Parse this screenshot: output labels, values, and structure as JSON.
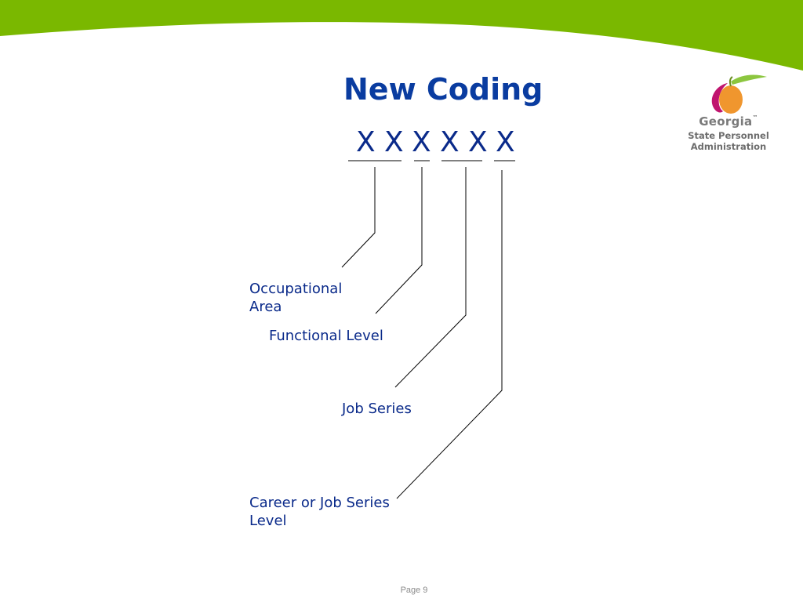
{
  "slide": {
    "title": "New Coding",
    "code_chars": [
      "X",
      "X",
      "X",
      "X",
      "X",
      "X"
    ],
    "labels": {
      "occupational_area_line1": "Occupational",
      "occupational_area_line2": "Area",
      "functional_level": "Functional Level",
      "job_series": "Job Series",
      "career_level_line1": "Career or Job Series",
      "career_level_line2": "Level"
    },
    "footer": "Page 9"
  },
  "logo": {
    "name": "Georgia",
    "tm": "™",
    "subtitle": "State Personnel Administration"
  },
  "colors": {
    "banner_green": "#7ab800",
    "title_blue": "#0a3ca0",
    "text_navy": "#0a2a8a",
    "peach_orange": "#f0962e",
    "peach_magenta": "#c0146e"
  }
}
